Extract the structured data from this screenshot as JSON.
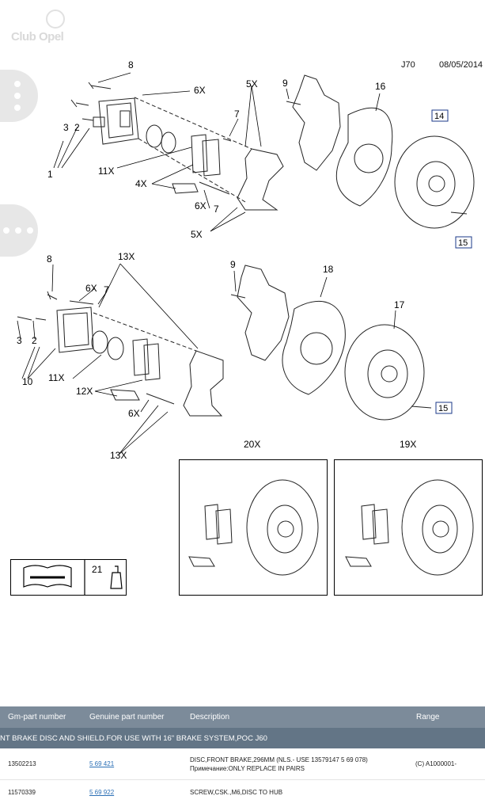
{
  "logo": {
    "text": "Club Opel"
  },
  "header": {
    "code": "J70",
    "date": "08/05/2014"
  },
  "fab": {
    "more_icon": "more-vertical-icon",
    "more_h_icon": "more-horizontal-icon"
  },
  "callouts": {
    "top": [
      "8",
      "6X",
      "5X",
      "9",
      "16",
      "14",
      "3",
      "2",
      "7",
      "11X",
      "1",
      "4X",
      "6X",
      "7",
      "5X",
      "15"
    ],
    "bottom": [
      "8",
      "13X",
      "9",
      "18",
      "6X",
      "7",
      "17",
      "3",
      "2",
      "11X",
      "10",
      "12X",
      "6X",
      "15",
      "13X"
    ],
    "boxes": [
      "20X",
      "19X",
      "21"
    ]
  },
  "grid": {
    "columns": [
      "Gm-part number",
      "Genuine part number",
      "Description",
      "Range"
    ],
    "group": "NT BRAKE DISC AND SHIELD.FOR USE WITH 16\" BRAKE SYSTEM,POC J60",
    "rows": [
      {
        "gm": "13502213",
        "genuine": "5 69 421",
        "desc1": "DISC,FRONT BRAKE,296MM (NLS.- USE 13579147 5 69 078)",
        "desc2": "Примечание:ONLY REPLACE IN PAIRS",
        "range": "(C) A1000001-"
      },
      {
        "gm": "11570339",
        "genuine": "5 69 922",
        "desc1": "SCREW,CSK.,M6,DISC TO HUB",
        "desc2": "",
        "range": ""
      }
    ]
  }
}
